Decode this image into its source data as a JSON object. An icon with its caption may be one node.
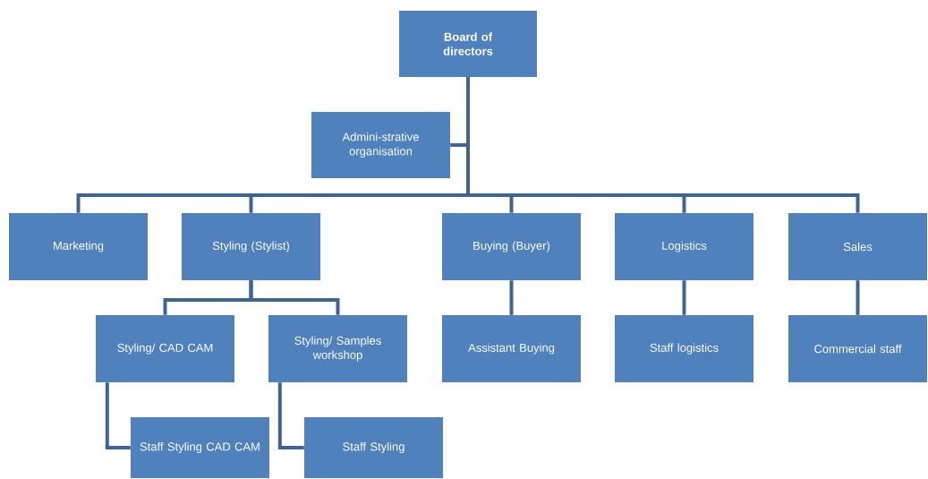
{
  "diagram": {
    "nodes": [
      {
        "text": [
          "Board of directors"
        ]
      },
      {
        "text": [
          "Admini-strative organisation"
        ]
      },
      {
        "text": [
          "Marketing"
        ]
      },
      {
        "text": [
          "Styling (Stylist)"
        ]
      },
      {
        "text": [
          "Buying (Buyer)"
        ]
      },
      {
        "text": [
          "Logistics"
        ]
      },
      {
        "text": [
          "Sales"
        ]
      },
      {
        "text": [
          "Styling/ CAD CAM"
        ]
      },
      {
        "text": [
          "Styling/ Samples workshop"
        ]
      },
      {
        "text": [
          "Assistant Buying"
        ]
      },
      {
        "text": [
          "Staff logistics"
        ]
      },
      {
        "text": [
          "Commercial staff"
        ]
      },
      {
        "text": [
          "Staff Styling CAD CAM"
        ]
      },
      {
        "text": [
          "Staff Styling"
        ]
      }
    ],
    "edges": [
      {
        "from": 0,
        "to": 1,
        "arrow": "none"
      },
      {
        "from": 0,
        "to": 2,
        "arrow": "none"
      },
      {
        "from": 0,
        "to": 3,
        "arrow": "none"
      },
      {
        "from": 0,
        "to": 4,
        "arrow": "none"
      },
      {
        "from": 0,
        "to": 5,
        "arrow": "none"
      },
      {
        "from": 0,
        "to": 6,
        "arrow": "none"
      },
      {
        "from": 3,
        "to": 7,
        "arrow": "none"
      },
      {
        "from": 3,
        "to": 8,
        "arrow": "none"
      },
      {
        "from": 4,
        "to": 9,
        "arrow": "none"
      },
      {
        "from": 5,
        "to": 10,
        "arrow": "none"
      },
      {
        "from": 6,
        "to": 11,
        "arrow": "none"
      },
      {
        "from": 7,
        "to": 12,
        "arrow": "none"
      },
      {
        "from": 8,
        "to": 13,
        "arrow": "none"
      }
    ]
  }
}
